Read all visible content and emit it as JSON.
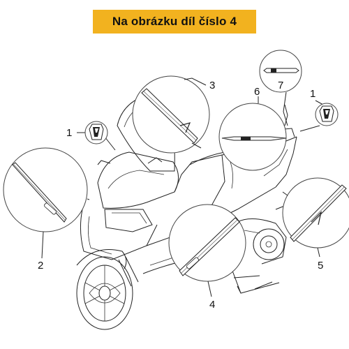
{
  "banner": {
    "text": "Na obrázku díl číslo 4",
    "color": "#f2b21f"
  },
  "labels": {
    "n1a": "1",
    "n1b": "1",
    "n2": "2",
    "n3": "3",
    "n4": "4",
    "n5": "5",
    "n6": "6",
    "n7": "7"
  },
  "icons": {
    "badge": "piaggio-logo-icon",
    "decal": "decal-strip-icon"
  }
}
